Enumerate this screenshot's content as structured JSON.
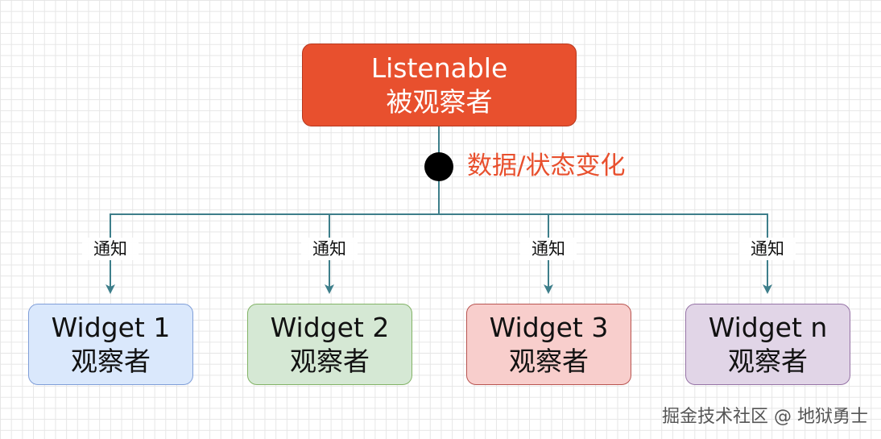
{
  "root": {
    "line1": "Listenable",
    "line2": "被观察者"
  },
  "event_label": "数据/状态变化",
  "notify_label": "通知",
  "widgets": [
    {
      "line1": "Widget 1",
      "line2": "观察者"
    },
    {
      "line1": "Widget 2",
      "line2": "观察者"
    },
    {
      "line1": "Widget 3",
      "line2": "观察者"
    },
    {
      "line1": "Widget n",
      "line2": "观察者"
    }
  ],
  "watermark": "掘金技术社区 @ 地狱勇士",
  "colors": {
    "root_fill": "#e8502e",
    "connector": "#3d7e8a",
    "event_text": "#e8502e",
    "widget_1_fill": "#dae8fc",
    "widget_2_fill": "#d5e8d4",
    "widget_3_fill": "#f8cecc",
    "widget_4_fill": "#e1d5e7"
  }
}
